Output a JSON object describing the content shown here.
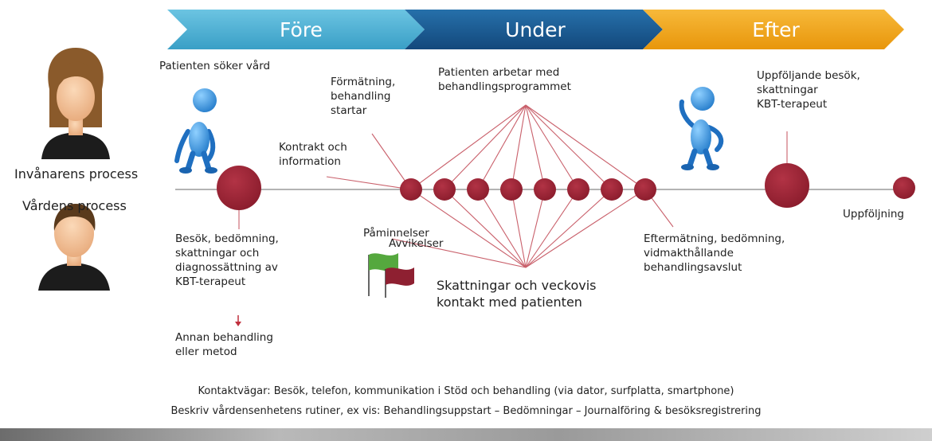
{
  "phases": [
    {
      "label": "Före",
      "color": "#4aaed0"
    },
    {
      "label": "Under",
      "color": "#1a5a93"
    },
    {
      "label": "Efter",
      "color": "#f2a619"
    }
  ],
  "roles": {
    "citizen": "Invånarens process",
    "care": "Vårdens process"
  },
  "steps": {
    "patient_seeks": "Patienten söker vård",
    "pre_measure": [
      "Förmätning,",
      "behandling",
      "startar"
    ],
    "contract": [
      "Kontrakt och",
      "information"
    ],
    "patient_works": [
      "Patienten arbetar med",
      "behandlingsprogrammet"
    ],
    "follow_visit": [
      "Uppföljande besök,",
      "skattningar",
      "KBT-terapeut"
    ],
    "assessment": [
      "Besök, bedömning,",
      "skattningar och",
      "diagnossättning av",
      "KBT-terapeut"
    ],
    "other_treatment": [
      "Annan behandling",
      "eller metod"
    ],
    "reminders": "Påminnelser",
    "deviations": "Avvikelser",
    "ratings": [
      "Skattningar och veckovis",
      "kontakt med patienten"
    ],
    "post_measure": [
      "Eftermätning, bedömning,",
      "vidmakthållande",
      "behandlingsavslut"
    ],
    "followup": "Uppföljning"
  },
  "footer": {
    "line1": "Kontaktvägar: Besök, telefon, kommunikation  i Stöd och behandling (via dator, surfplatta, smartphone)",
    "line2": "Beskriv vårdensenhetens rutiner, ex vis: Behandlingsuppstart – Bedömningar – Journalföring & besöksregistrering"
  },
  "colors": {
    "node": "#9b2335",
    "line": "#c0505c",
    "figure": "#2f8fd8",
    "flag_green": "#4fa83b",
    "flag_red": "#9b2335"
  }
}
